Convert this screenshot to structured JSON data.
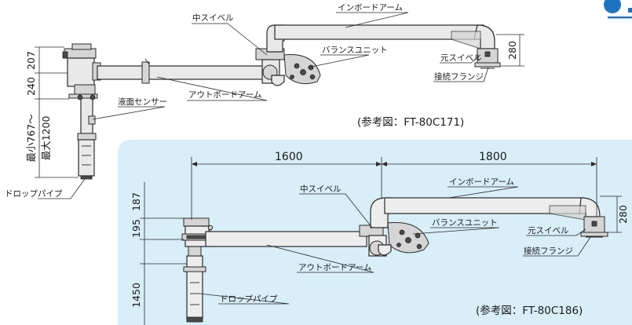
{
  "top_diagram": {
    "labels": {
      "center_swivel": "中スイベル",
      "inboard_arm": "インボードアーム",
      "balance_unit": "バランスユニット",
      "base_swivel": "元スイベル",
      "connection_flange": "接続フランジ",
      "outboard_arm": "アウトボードアーム",
      "level_sensor": "液面センサー",
      "drop_pipe": "ドロップパイプ"
    },
    "dims": {
      "d207": "207",
      "d240": "240",
      "d280": "280",
      "drop_min": "最小767～",
      "drop_max": "最大1200"
    },
    "caption": "(参考図：FT-80C171)"
  },
  "bottom_diagram": {
    "labels": {
      "center_swivel": "中スイベル",
      "inboard_arm": "インボードアーム",
      "balance_unit": "バランスユニット",
      "base_swivel": "元スイベル",
      "connection_flange": "接続フランジ",
      "outboard_arm": "アウトボードアーム",
      "drop_pipe": "ドロップパイプ"
    },
    "dims": {
      "d1600": "1600",
      "d1800": "1800",
      "d187": "187",
      "d195": "195",
      "d1450": "1450",
      "d280": "280"
    },
    "caption": "(参考図：FT-80C186)"
  },
  "colors": {
    "panel_bg": "#d8eef8",
    "badge": "#1e73be"
  }
}
